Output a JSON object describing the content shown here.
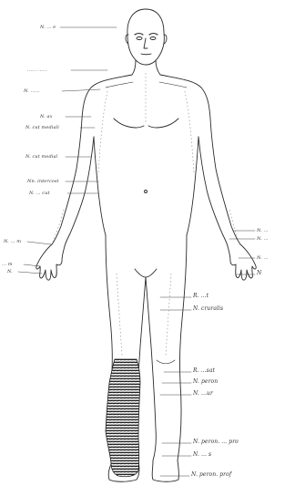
{
  "diagram": {
    "labels_left": [
      {
        "id": "l1",
        "text": "N. ... e"
      },
      {
        "id": "l2",
        "text": "...... ......"
      },
      {
        "id": "l3",
        "text": "N. ......"
      },
      {
        "id": "l4",
        "text": "N. ax"
      },
      {
        "id": "l5",
        "text": "N. cut mediali"
      },
      {
        "id": "l6",
        "text": "N. cut medial"
      },
      {
        "id": "l7",
        "text": "Nn. intercost"
      },
      {
        "id": "l8",
        "text": "N. ... cut"
      },
      {
        "id": "l9",
        "text": "N. ... m"
      },
      {
        "id": "l10",
        "text": "... m"
      },
      {
        "id": "l11",
        "text": "N."
      }
    ],
    "labels_right": [
      {
        "id": "r1",
        "text": "N. ..."
      },
      {
        "id": "r2",
        "text": "N. ..."
      },
      {
        "id": "r3",
        "text": "N. ..."
      },
      {
        "id": "r4",
        "text": "N"
      },
      {
        "id": "r5",
        "text": "R. ...t"
      },
      {
        "id": "r6",
        "text": "N. cruralis"
      },
      {
        "id": "r7",
        "text": "R. ...sat"
      },
      {
        "id": "r8",
        "text": "N. peron"
      },
      {
        "id": "r9",
        "text": "N. ...ur"
      },
      {
        "id": "r10",
        "text": "N. peron. ... pro"
      },
      {
        "id": "r11",
        "text": "N. ... s"
      },
      {
        "id": "r12",
        "text": "N. peron. prof"
      }
    ],
    "line_color": "#2a2a2a",
    "shading_color": "#1e1e1e"
  }
}
